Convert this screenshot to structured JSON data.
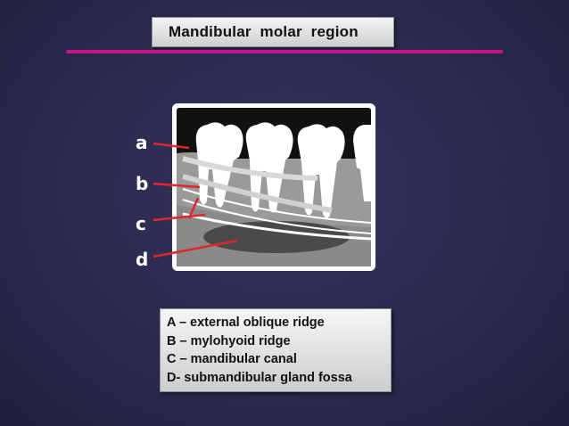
{
  "slide": {
    "title": "Mandibular  molar  region",
    "labels": [
      "a",
      "b",
      "c",
      "d"
    ],
    "legend": [
      "A – external oblique ridge",
      "B – mylohyoid ridge",
      "C – mandibular canal",
      "D- submandibular gland fossa"
    ]
  },
  "colors": {
    "background": "#2a2a4f",
    "accent_rule": "#c0168a",
    "pointer": "#e0262b"
  }
}
